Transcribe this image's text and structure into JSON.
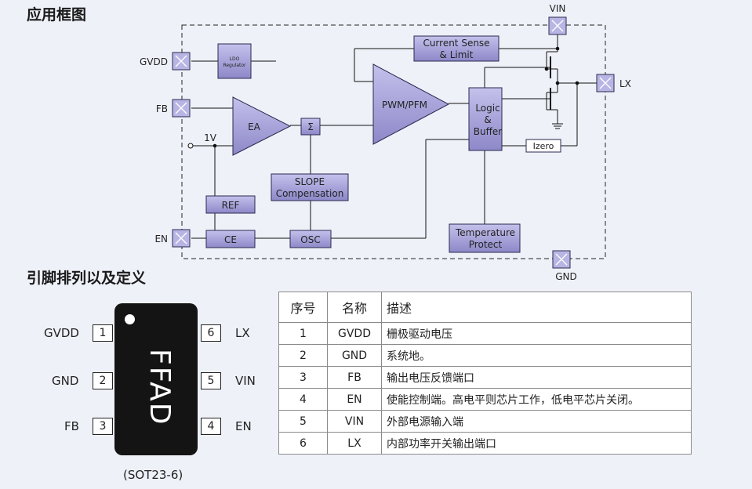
{
  "headings": {
    "block_diagram": "应用框图",
    "pinout": "引脚排列以及定义"
  },
  "diagram": {
    "pins": {
      "vin": "VIN",
      "gvdd": "GVDD",
      "fb": "FB",
      "en": "EN",
      "gnd": "GND",
      "lx": "LX"
    },
    "blocks": {
      "ldo_line1": "LDO",
      "ldo_line2": "Regulator",
      "current_sense_line1": "Current Sense",
      "current_sense_line2": "& Limit",
      "pwm": "PWM/PFM",
      "logic_line1": "Logic",
      "logic_line2": "&",
      "logic_line3": "Buffer",
      "ea": "EA",
      "sum": "Σ",
      "one_v": "1V",
      "slope_line1": "SLOPE",
      "slope_line2": "Compensation",
      "ref": "REF",
      "ce": "CE",
      "osc": "OSC",
      "izero": "Izero",
      "temp_line1": "Temperature",
      "temp_line2": "Protect"
    },
    "colors": {
      "block_fill": "#a29ed6",
      "block_stroke": "#2a2a50",
      "line": "#111111",
      "pin_fill": "#b8b5e4"
    }
  },
  "package": {
    "marking": "FFAD",
    "name": "(SOT23-6)",
    "left_pins": [
      {
        "num": "1",
        "name": "GVDD"
      },
      {
        "num": "2",
        "name": "GND"
      },
      {
        "num": "3",
        "name": "FB"
      }
    ],
    "right_pins": [
      {
        "num": "6",
        "name": "LX"
      },
      {
        "num": "5",
        "name": "VIN"
      },
      {
        "num": "4",
        "name": "EN"
      }
    ]
  },
  "pin_table": {
    "headers": [
      "序号",
      "名称",
      "描述"
    ],
    "rows": [
      {
        "no": "1",
        "name": "GVDD",
        "desc": "栅极驱动电压"
      },
      {
        "no": "2",
        "name": "GND",
        "desc": "系统地。"
      },
      {
        "no": "3",
        "name": "FB",
        "desc": "输出电压反馈端口"
      },
      {
        "no": "4",
        "name": "EN",
        "desc": "使能控制端。高电平则芯片工作，低电平芯片关闭。"
      },
      {
        "no": "5",
        "name": "VIN",
        "desc": "外部电源输入端"
      },
      {
        "no": "6",
        "name": "LX",
        "desc": "内部功率开关输出端口"
      }
    ]
  }
}
